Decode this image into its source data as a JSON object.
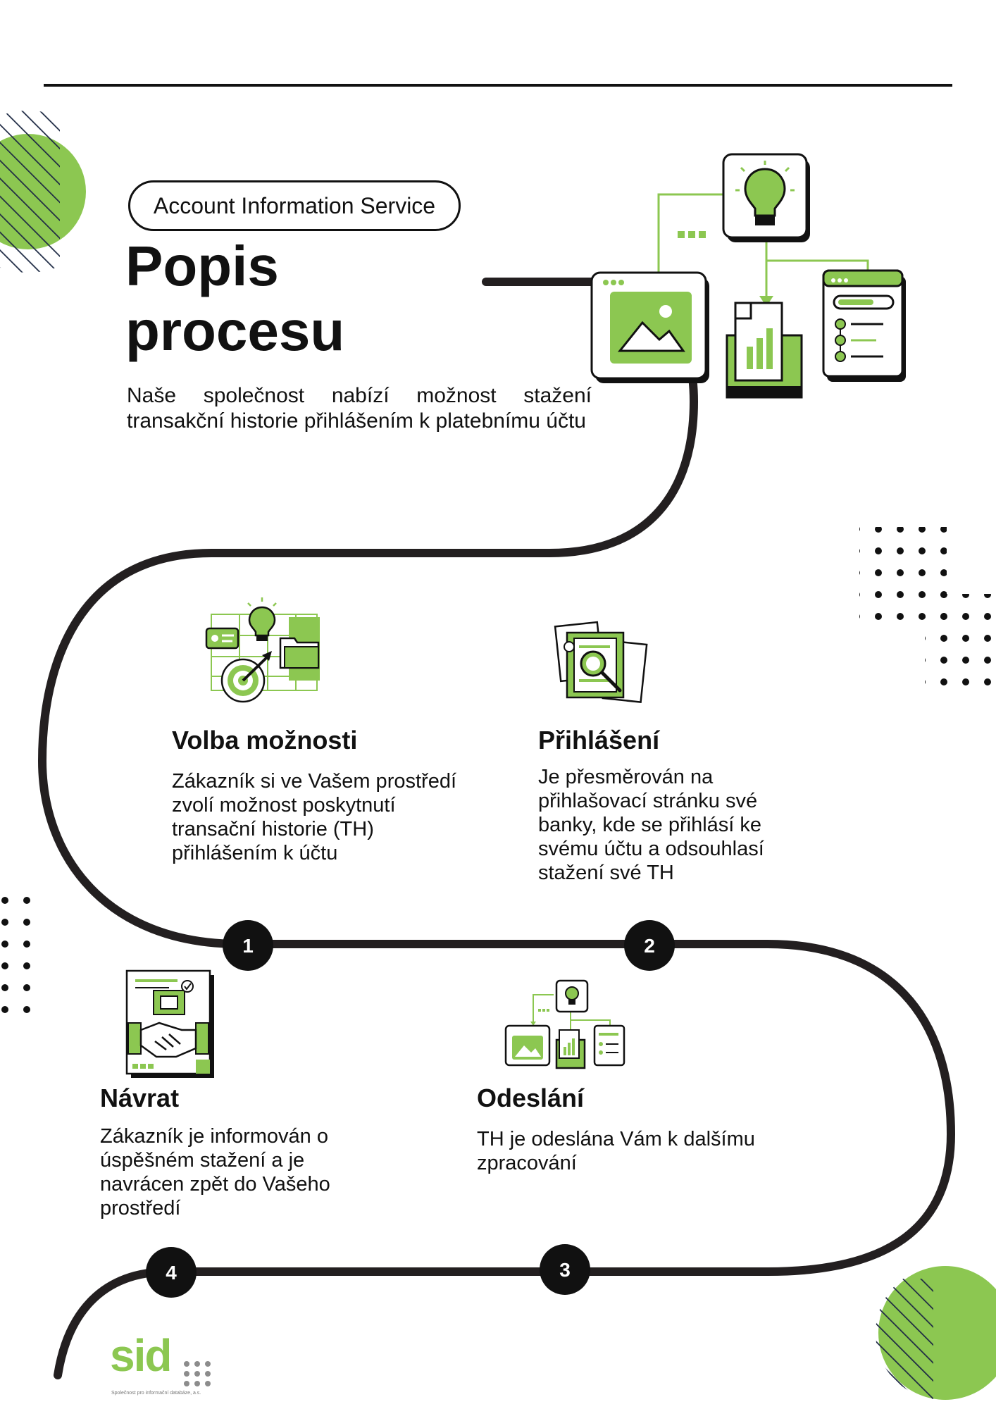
{
  "colors": {
    "accent": "#8cc751",
    "ink": "#231f20",
    "text": "#111111"
  },
  "header": {
    "badge": "Account Information Service",
    "title_line1": "Popis",
    "title_line2": "procesu",
    "intro": "Naše společnost nabízí možnost stažení transakční historie přihlášením k platebnímu účtu"
  },
  "steps": [
    {
      "number": "1",
      "title": "Volba možnosti",
      "text": "Zákazník si ve Vašem prostředí zvolí možnost poskytnutí transační historie (TH) přihlášením k účtu"
    },
    {
      "number": "2",
      "title": "Přihlášení",
      "text": "Je přesměrován na přihlašovací stránku své banky, kde se přihlásí ke svému účtu a odsouhlasí stažení své TH"
    },
    {
      "number": "3",
      "title": "Odeslání",
      "text": "TH je odeslána Vám k dalšímu zpracování"
    },
    {
      "number": "4",
      "title": "Návrat",
      "text": "Zákazník je informován o úspěšném stažení a je navrácen zpět do Vašeho prostředí"
    }
  ],
  "logo": {
    "text": "sid",
    "subtitle": "Společnost pro informační databáze, a.s."
  },
  "icons": [
    "image-icon",
    "lightbulb-icon",
    "chart-icon",
    "list-icon",
    "target-icon",
    "magnifier-icon",
    "handshake-icon",
    "workflow-icon",
    "logo-dots-icon"
  ]
}
